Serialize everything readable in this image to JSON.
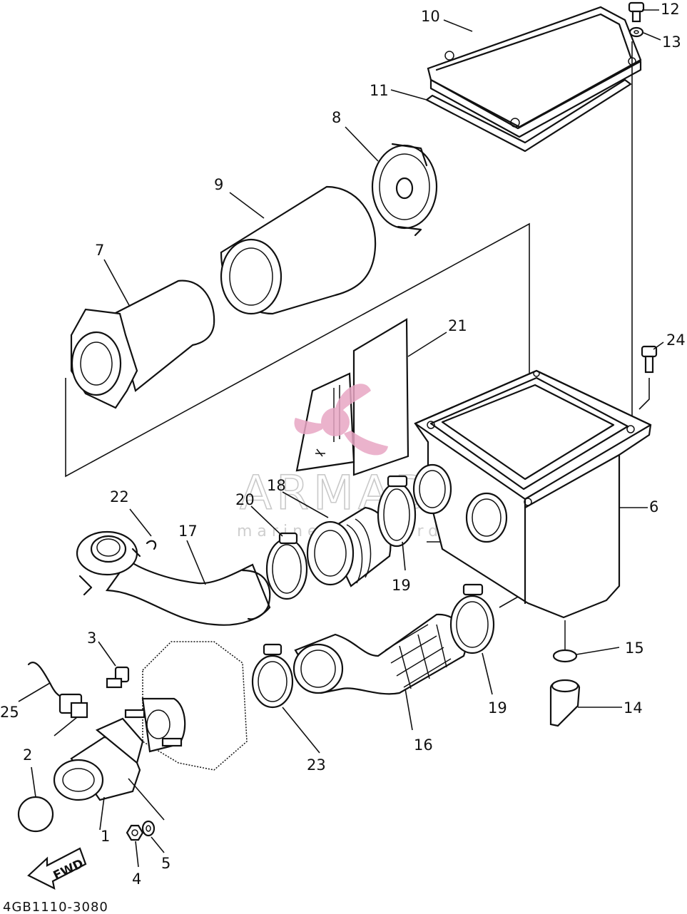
{
  "callouts": [
    "1",
    "2",
    "3",
    "4",
    "5",
    "6",
    "7",
    "8",
    "9",
    "10",
    "11",
    "12",
    "13",
    "14",
    "15",
    "16",
    "17",
    "18",
    "19",
    "19",
    "20",
    "21",
    "22",
    "23",
    "24",
    "25"
  ],
  "fwd_label": "FWD",
  "diagram_code": "4GB1110-3080",
  "watermark": {
    "brand": "ARMADA",
    "tagline": "marine outboards",
    "logo_color": "#e8a6c4"
  }
}
